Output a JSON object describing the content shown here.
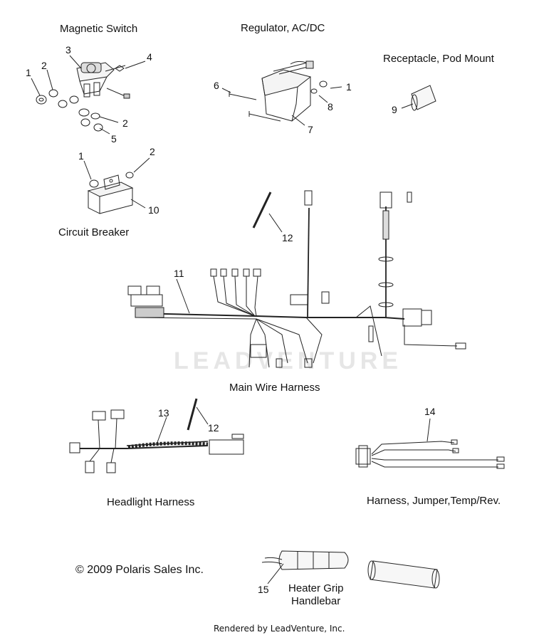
{
  "sections": {
    "magnetic_switch": "Magnetic Switch",
    "regulator": "Regulator, AC/DC",
    "receptacle": "Receptacle, Pod Mount",
    "circuit_breaker": "Circuit Breaker",
    "main_wire_harness": "Main Wire Harness",
    "headlight_harness": "Headlight Harness",
    "jumper_harness": "Harness, Jumper,Temp/Rev.",
    "heater_grip_line1": "Heater Grip",
    "heater_grip_line2": "Handlebar"
  },
  "callouts": {
    "ms_1": "1",
    "ms_2a": "2",
    "ms_3": "3",
    "ms_4": "4",
    "ms_2b": "2",
    "ms_5": "5",
    "reg_6": "6",
    "reg_1": "1",
    "reg_8": "8",
    "reg_7": "7",
    "rec_9": "9",
    "cb_1": "1",
    "cb_2": "2",
    "cb_10": "10",
    "main_11": "11",
    "main_12": "12",
    "hl_13": "13",
    "hl_12": "12",
    "jh_14": "14",
    "hg_15": "15"
  },
  "copyright": "© 2009 Polaris Sales Inc.",
  "watermark": "LEADVENTURE",
  "footer": "Rendered by LeadVenture, Inc."
}
